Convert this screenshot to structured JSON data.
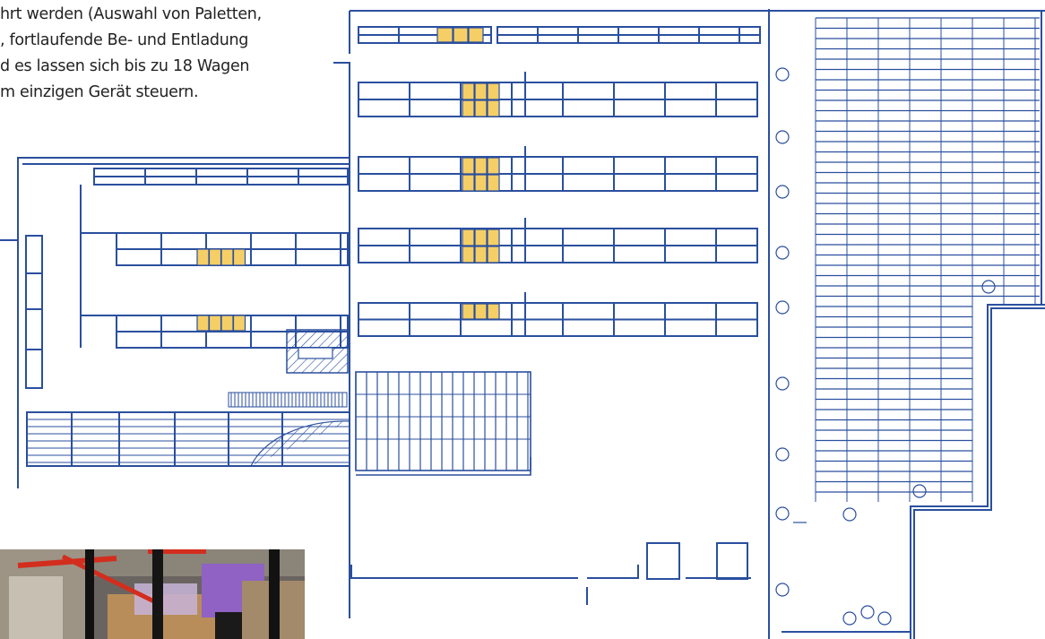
{
  "text": {
    "lines": [
      "hrt werden (Auswahl von Paletten,",
      ", fortlaufende Be- und Entladung",
      "d es lassen sich bis zu 18 Wagen",
      "m einzigen Gerät steuern."
    ]
  },
  "colors": {
    "line": "#2a4f9e",
    "pallet": "#f5cf66",
    "pallet_stroke": "#2a4f9e",
    "background": "#ffffff"
  },
  "photo": {
    "subject": "warehouse racking with red beams and wrapped pallets"
  }
}
